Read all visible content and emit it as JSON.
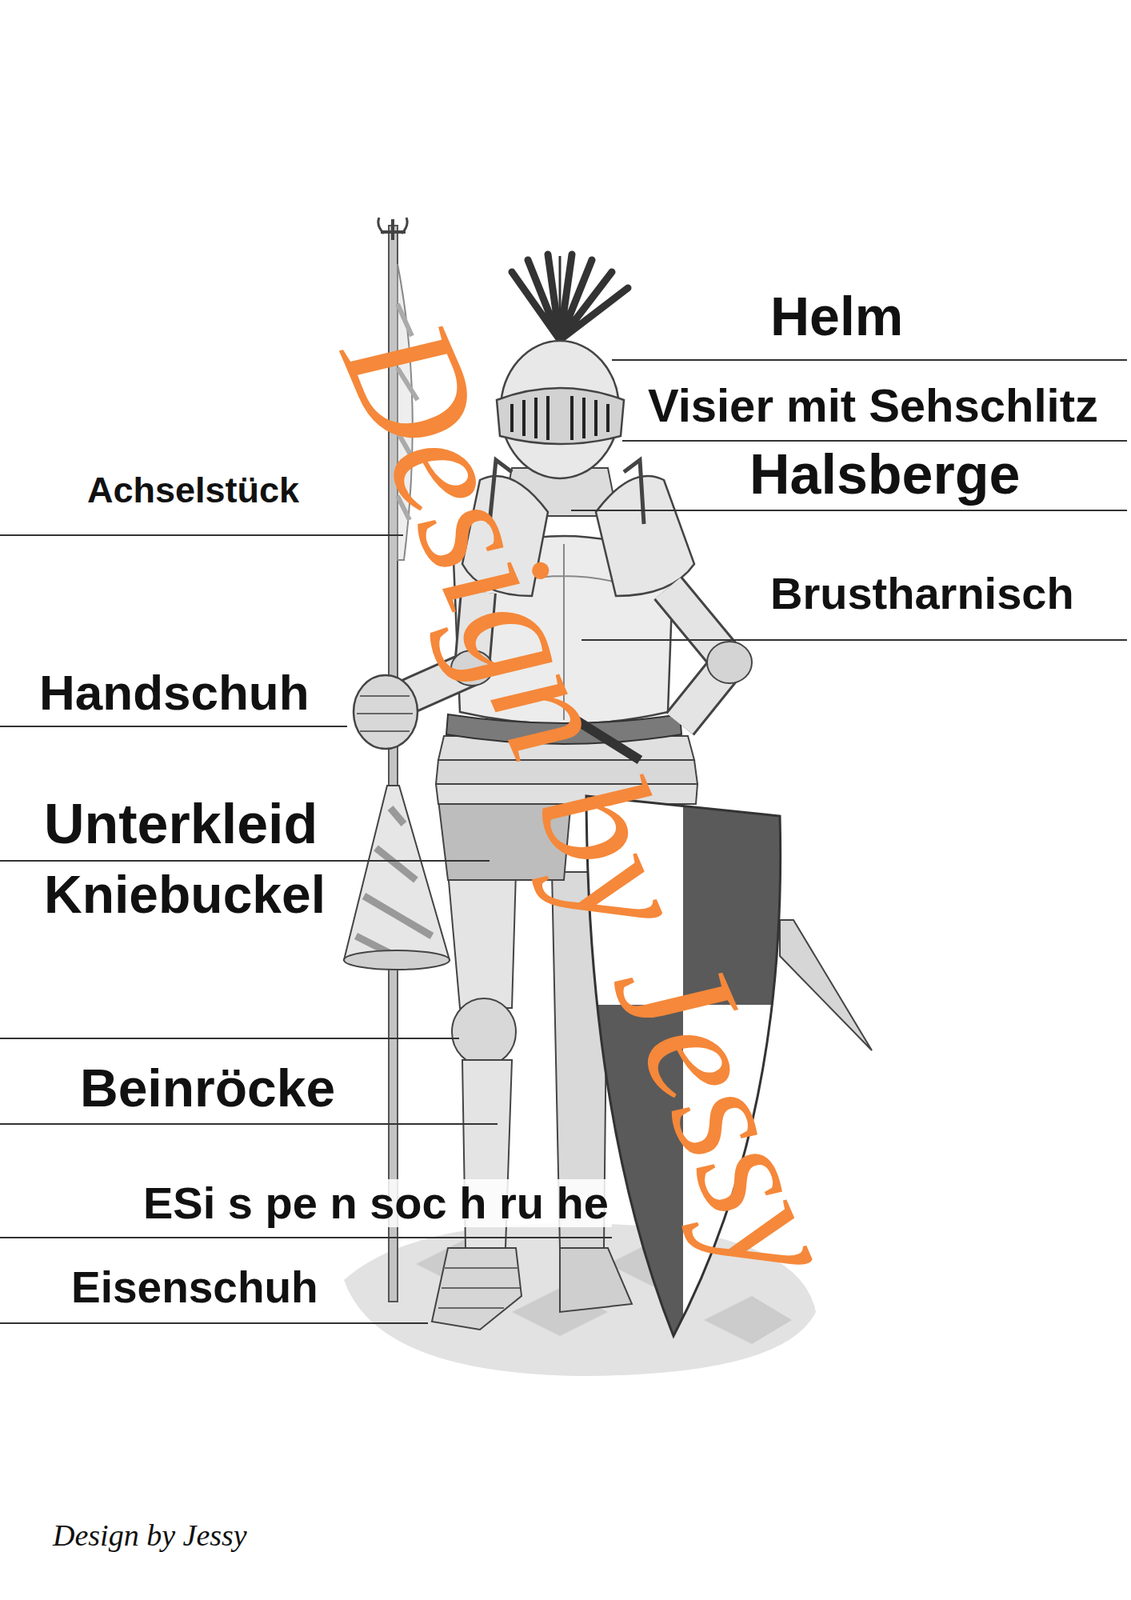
{
  "diagram": {
    "labels": [
      "Helm",
      "Visier mit Sehschlitz",
      "Halsberge",
      "Achselstück",
      "Brustharnisch",
      "Handschuh",
      "Unterkleid",
      "Kniebuckel",
      "Beinröcke",
      "ESi s pe n soc h ru he",
      "Eisenschuh",
      "Design by Jessy",
      "Design by Jessy"
    ]
  }
}
